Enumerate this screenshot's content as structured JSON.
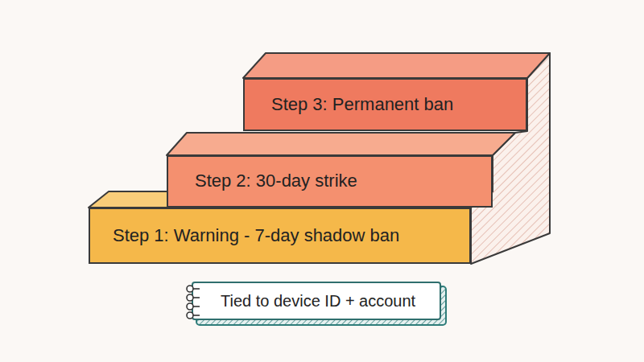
{
  "diagram": {
    "nodes": [
      {
        "text": [
          "Step 1: Warning - 7-day shadow ban"
        ]
      },
      {
        "text": [
          "Step 2: 30-day strike"
        ]
      },
      {
        "text": [
          "Step 3: Permanent ban"
        ]
      },
      {
        "text": [
          "Tied to device ID + account"
        ]
      }
    ]
  }
}
